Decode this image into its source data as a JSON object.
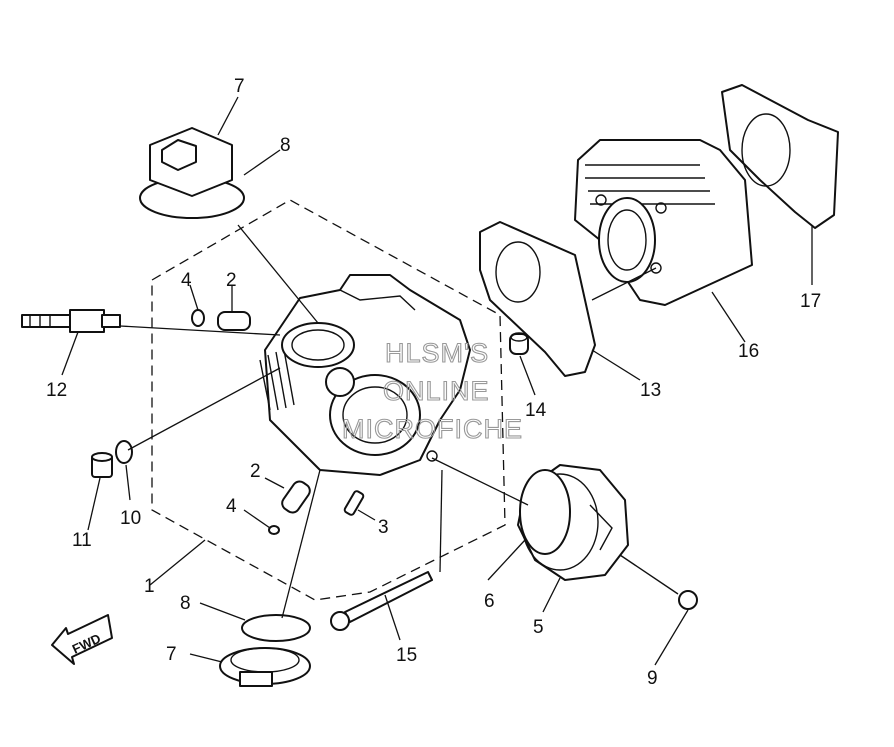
{
  "watermark": [
    "HLSM'S",
    "ONLINE",
    "MICROFICHE"
  ],
  "direction_arrow": "FWD",
  "callouts": {
    "c1": "1",
    "c2a": "2",
    "c2b": "2",
    "c3": "3",
    "c4a": "4",
    "c4b": "4",
    "c5": "5",
    "c6": "6",
    "c7a": "7",
    "c7b": "7",
    "c8a": "8",
    "c8b": "8",
    "c9": "9",
    "c10": "10",
    "c11": "11",
    "c12": "12",
    "c13": "13",
    "c14": "14",
    "c15": "15",
    "c16": "16",
    "c17": "17"
  }
}
